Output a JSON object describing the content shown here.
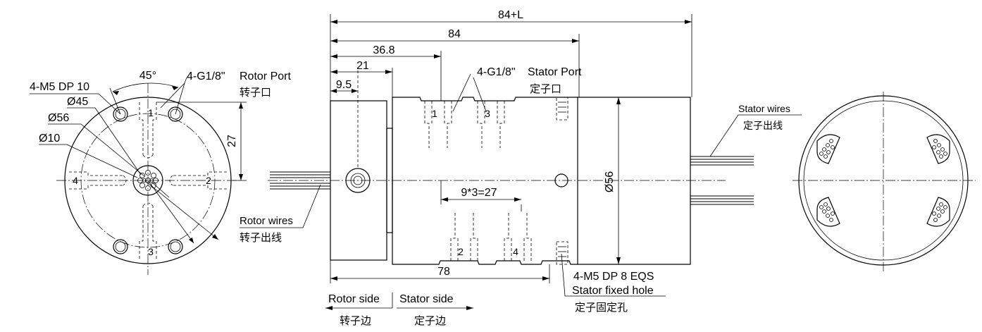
{
  "front_view": {
    "angle_45": "45°",
    "m5_label": "4-M5 DP 10",
    "d45_label": "Ø45",
    "d56_label": "Ø56",
    "d10_label": "Ø10",
    "rotor_port_code": "4-G1/8\"",
    "rotor_port_en": "Rotor Port",
    "rotor_port_cn": "转子口",
    "dim_27": "27",
    "port_numbers": [
      "1",
      "2",
      "3",
      "4"
    ]
  },
  "side_view": {
    "dim_84L": "84+L",
    "dim_84": "84",
    "dim_368": "36.8",
    "dim_21": "21",
    "dim_95": "9.5",
    "stator_port_code": "4-G1/8\"",
    "stator_port_en": "Stator Port",
    "stator_port_cn": "定子口",
    "stator_wires_en": "Stator wires",
    "stator_wires_cn": "定子出线",
    "dia_56": "Ø56",
    "spacing": "9*3=27",
    "rotor_wires_en": "Rotor wires",
    "rotor_wires_cn": "转子出线",
    "dim_78": "78",
    "m5_eqs": "4-M5 DP 8 EQS",
    "stator_hole_en": "Stator fixed hole",
    "stator_hole_cn": "定子固定孔",
    "port_numbers": [
      "1",
      "3",
      "2",
      "4"
    ]
  },
  "legend": {
    "rotor_side_en": "Rotor side",
    "rotor_side_cn": "转子边",
    "stator_side_en": "Stator side",
    "stator_side_cn": "定子边"
  }
}
